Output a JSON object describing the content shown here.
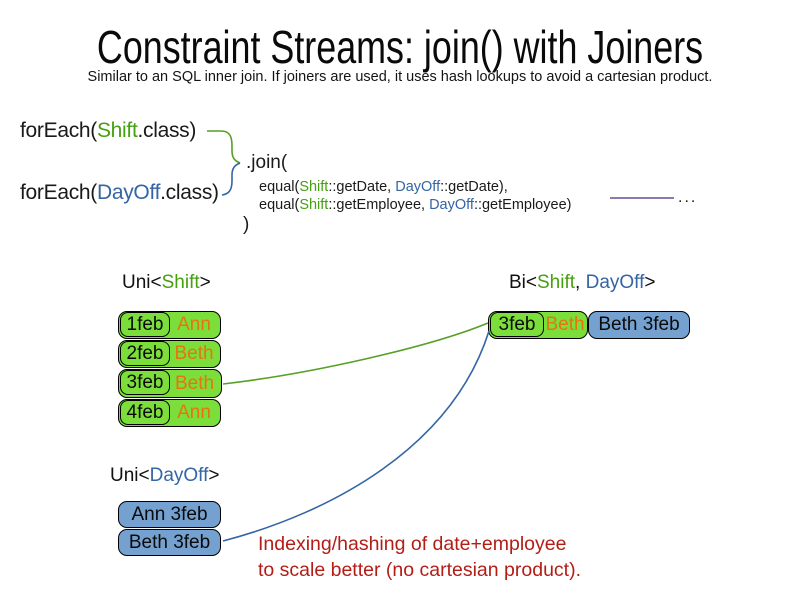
{
  "slide": {
    "title": "Constraint Streams: join() with Joiners",
    "subtitle": "Similar to an SQL inner join. If joiners are used, it uses hash lookups to avoid a cartesian product."
  },
  "code": {
    "foreach_shift": {
      "prefix": "forEach(",
      "class_name": "Shift",
      "suffix": ".class)"
    },
    "foreach_dayoff": {
      "prefix": "forEach(",
      "class_name": "DayOff",
      "suffix": ".class)"
    },
    "join_open": ".join(",
    "joiner1": {
      "prefix": "equal(",
      "left_class": "Shift",
      "mid": "::getDate, ",
      "right_class": "DayOff",
      "suffix": "::getDate),"
    },
    "joiner2": {
      "prefix": "equal(",
      "left_class": "Shift",
      "mid": "::getEmployee, ",
      "right_class": "DayOff",
      "suffix": "::getEmployee)"
    },
    "ellipsis": "...",
    "join_close": ")"
  },
  "shift_stream": {
    "label": {
      "prefix": "Uni<",
      "class_name": "Shift",
      "suffix": ">"
    },
    "rows": [
      {
        "date": "1feb",
        "employee": "Ann"
      },
      {
        "date": "2feb",
        "employee": "Beth"
      },
      {
        "date": "3feb",
        "employee": "Beth"
      },
      {
        "date": "4feb",
        "employee": "Ann"
      }
    ]
  },
  "dayoff_stream": {
    "label": {
      "prefix": "Uni<",
      "class_name": "DayOff",
      "suffix": ">"
    },
    "rows": [
      {
        "text": "Ann 3feb"
      },
      {
        "text": "Beth 3feb"
      }
    ]
  },
  "bi_stream": {
    "label": {
      "prefix": "Bi<",
      "class_name_1": "Shift",
      "separator": ", ",
      "class_name_2": "DayOff",
      "suffix": ">"
    },
    "row": {
      "date": "3feb",
      "employee": "Beth",
      "dayoff": "Beth 3feb"
    }
  },
  "note": {
    "line1": "Indexing/hashing of date+employee",
    "line2": "to scale better (no cartesian product)."
  },
  "colors": {
    "shift_green": "#45A010",
    "dayoff_blue": "#3465A4",
    "employee_orange": "#E8740E",
    "note_red": "#B41D16",
    "connector_purple": "#8064A2",
    "box_green": "#7BDE3B",
    "box_blue": "#75A1D0"
  }
}
